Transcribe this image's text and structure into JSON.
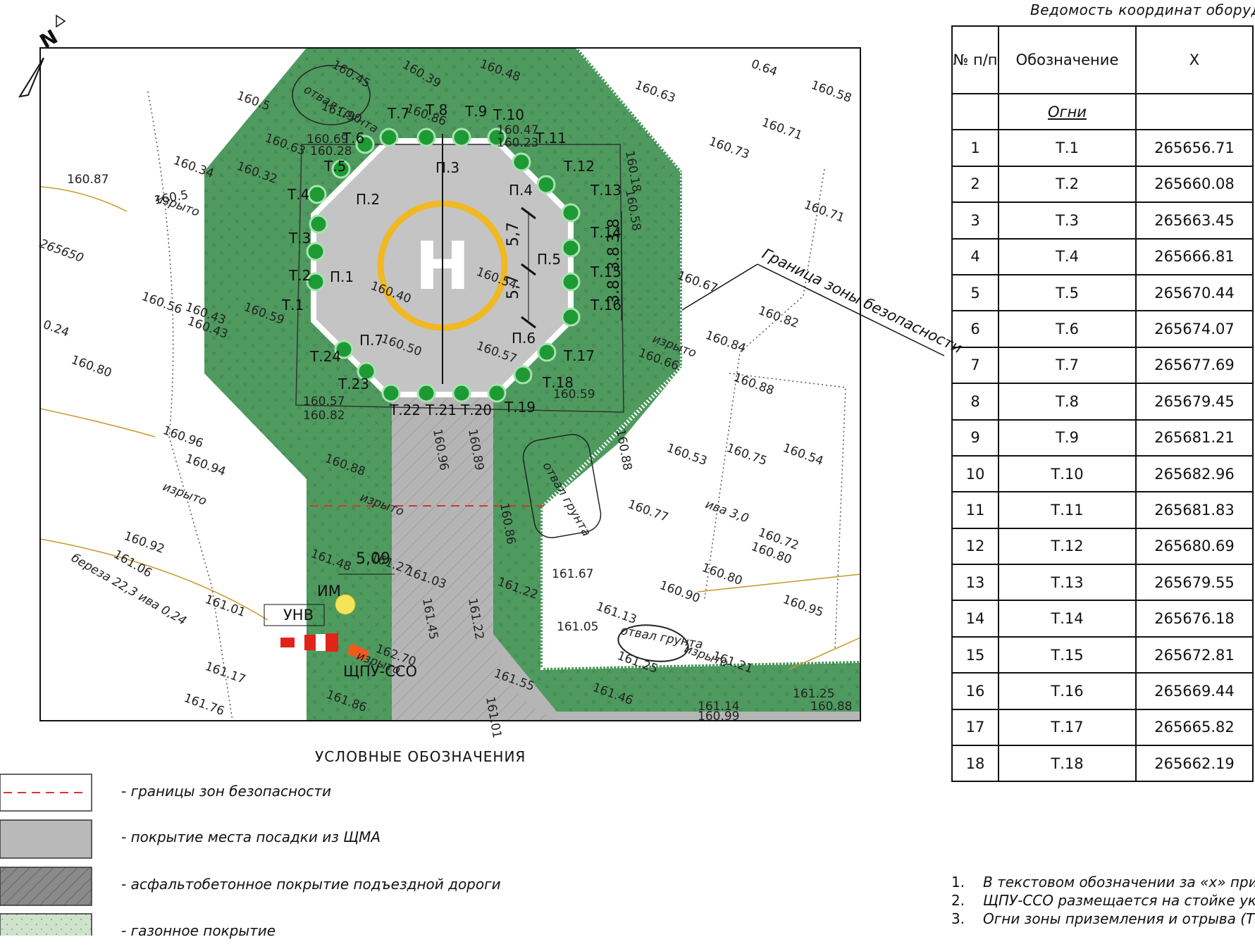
{
  "plan": {
    "north_label": "N",
    "heliport_symbol": "H",
    "lights": [
      "Т.1",
      "Т.2",
      "Т.3",
      "Т.4",
      "Т.5",
      "Т.6",
      "Т.7",
      "Т.8",
      "Т.9",
      "Т.10",
      "Т.11",
      "Т.12",
      "Т.13",
      "Т.14",
      "Т.15",
      "Т.16",
      "Т.17",
      "Т.18",
      "Т.19",
      "Т.20",
      "Т.21",
      "Т.22",
      "Т.23",
      "Т.24"
    ],
    "points": [
      "П.1",
      "П.2",
      "П.3",
      "П.4",
      "П.5",
      "П.6",
      "П.7"
    ],
    "dims": [
      "5,7",
      "5,7",
      "3.8",
      "3.8",
      "3.8",
      "5,09"
    ],
    "equipment": {
      "unv": "УНВ",
      "im": "ИМ",
      "shpu": "ЩПУ-ССО"
    },
    "safety_zone_label": "Граница зоны безопасности",
    "terrain_labels": [
      "изрыто",
      "изрыто",
      "изрыто",
      "изрыто",
      "изрыто",
      "изрыто",
      "отвал грунта",
      "отвал грунта",
      "отвал грунта",
      "ива 3,0",
      "береза 22,3 ива 0,24",
      "265650"
    ],
    "elevations": [
      "160.45",
      "160.39",
      "160.48",
      "160.63",
      "160.58",
      "160.5",
      "161.90",
      "160.86",
      "160.73",
      "160.71",
      "160.34",
      "160.32",
      "160.63",
      "160.69",
      "160.28",
      "160.47",
      "160.23",
      "160.18",
      "160.58",
      "160.71",
      "160.5",
      "160.43",
      "160.40",
      "160.59",
      "160.56",
      "160.43",
      "160.50",
      "160.57",
      "160.54",
      "160.67",
      "160.82",
      "160.84",
      "160.66",
      "160.80",
      "160.57",
      "160.82",
      "160.59",
      "160.96",
      "160.94",
      "160.88",
      "160.96",
      "160.89",
      "160.88",
      "160.88",
      "160.53",
      "160.75",
      "160.54",
      "160.77",
      "160.92",
      "161.48",
      "161.27",
      "161.03",
      "160.86",
      "161.67",
      "161.22",
      "160.80",
      "160.72",
      "160.80",
      "160.90",
      "160.95",
      "161.01",
      "161.45",
      "161.22",
      "161.13",
      "161.05",
      "161.25",
      "162.70",
      "161.17",
      "161.76",
      "161.86",
      "161.55",
      "161.01",
      "161.46",
      "161.21",
      "161.14",
      "160.99",
      "161.25",
      "160.88",
      "161.06",
      "0.24",
      "0.64",
      "160.87",
      "160.5"
    ]
  },
  "table": {
    "title": "Ведомость координат оборудов",
    "headers": {
      "num": "№ п/п",
      "designation": "Обозначение",
      "x": "X"
    },
    "section": "Огни",
    "rows": [
      {
        "n": "1",
        "d": "Т.1",
        "x": "265656.71"
      },
      {
        "n": "2",
        "d": "Т.2",
        "x": "265660.08"
      },
      {
        "n": "3",
        "d": "Т.3",
        "x": "265663.45"
      },
      {
        "n": "4",
        "d": "Т.4",
        "x": "265666.81"
      },
      {
        "n": "5",
        "d": "Т.5",
        "x": "265670.44"
      },
      {
        "n": "6",
        "d": "Т.6",
        "x": "265674.07"
      },
      {
        "n": "7",
        "d": "Т.7",
        "x": "265677.69"
      },
      {
        "n": "8",
        "d": "Т.8",
        "x": "265679.45"
      },
      {
        "n": "9",
        "d": "Т.9",
        "x": "265681.21"
      },
      {
        "n": "10",
        "d": "Т.10",
        "x": "265682.96"
      },
      {
        "n": "11",
        "d": "Т.11",
        "x": "265681.83"
      },
      {
        "n": "12",
        "d": "Т.12",
        "x": "265680.69"
      },
      {
        "n": "13",
        "d": "Т.13",
        "x": "265679.55"
      },
      {
        "n": "14",
        "d": "Т.14",
        "x": "265676.18"
      },
      {
        "n": "15",
        "d": "Т.15",
        "x": "265672.81"
      },
      {
        "n": "16",
        "d": "Т.16",
        "x": "265669.44"
      },
      {
        "n": "17",
        "d": "Т.17",
        "x": "265665.82"
      },
      {
        "n": "18",
        "d": "Т.18",
        "x": "265662.19"
      }
    ]
  },
  "legend": {
    "title": "УСЛОВНЫЕ ОБОЗНАЧЕНИЯ",
    "items": [
      "- границы зон безопасности",
      "- покрытие места посадки из ЩМА",
      "- асфальтобетонное покрытие подъездной дороги",
      "- газонное покрытие"
    ]
  },
  "notes": [
    {
      "num": "1.",
      "text": "В текстовом обозначении за «х» при"
    },
    {
      "num": "2.",
      "text": "ЩПУ-ССО размещается на стойке ука"
    },
    {
      "num": "3.",
      "text": "Огни зоны приземления и отрыва (TL"
    }
  ],
  "colors": {
    "grass": "#4f9a5f",
    "pad": "#c4c4c4",
    "road": "#b7b7b7",
    "ring": "#f0b823",
    "light": "#1e9a35",
    "safety": "#d23a2a",
    "windsock": "#e2231a"
  }
}
